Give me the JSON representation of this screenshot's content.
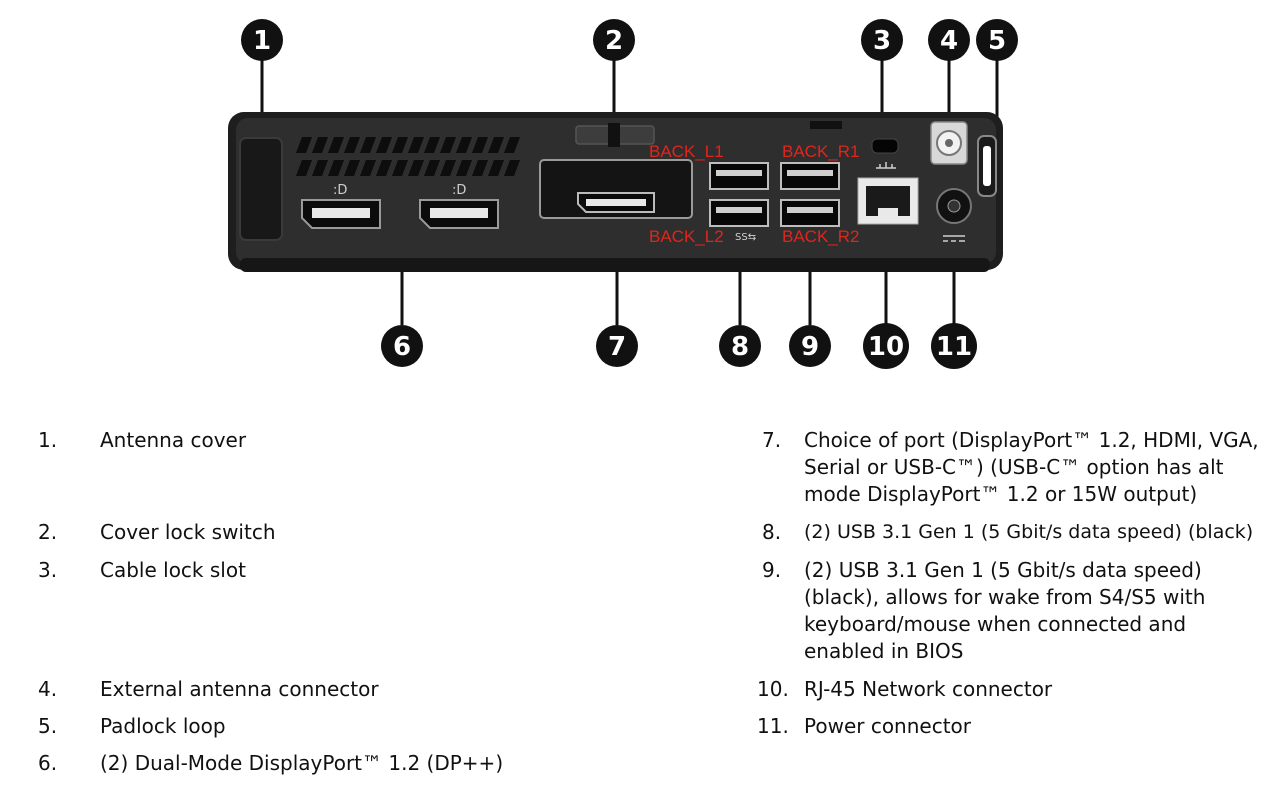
{
  "colors": {
    "callout_fill": "#111111",
    "callout_text": "#ffffff",
    "chassis": "#2a2a2a",
    "port_label": "#e1251b"
  },
  "callouts": [
    "1",
    "2",
    "3",
    "4",
    "5",
    "6",
    "7",
    "8",
    "9",
    "10",
    "11"
  ],
  "port_labels": {
    "back_l1": "BACK_L1",
    "back_r1": "BACK_R1",
    "back_l2": "BACK_L2",
    "back_r2": "BACK_R2"
  },
  "icons": [
    "displayport-icon",
    "displayport-icon",
    "network-icon",
    "usb-ss-icon",
    "dc-power-icon"
  ],
  "legend": [
    {
      "num": "1.",
      "text": "Antenna cover"
    },
    {
      "num": "2.",
      "text": "Cover lock switch"
    },
    {
      "num": "3.",
      "text": "Cable lock slot"
    },
    {
      "num": "4.",
      "text": "External antenna connector"
    },
    {
      "num": "5.",
      "text": "Padlock loop"
    },
    {
      "num": "6.",
      "text": "(2) Dual-Mode DisplayPort™ 1.2 (DP++)"
    },
    {
      "num": "7.",
      "text": "Choice of port (DisplayPort™ 1.2, HDMI, VGA, Serial or USB-C™) (USB-C™ option has alt mode DisplayPort™ 1.2 or 15W output)"
    },
    {
      "num": "8.",
      "text": "(2) USB 3.1 Gen 1 (5 Gbit/s data speed) (black)"
    },
    {
      "num": "9.",
      "text": "(2) USB 3.1 Gen 1 (5 Gbit/s data speed) (black), allows for wake from S4/S5 with keyboard/mouse when connected and enabled in BIOS"
    },
    {
      "num": "10.",
      "text": "RJ-45 Network connector"
    },
    {
      "num": "11.",
      "text": "Power connector"
    }
  ]
}
